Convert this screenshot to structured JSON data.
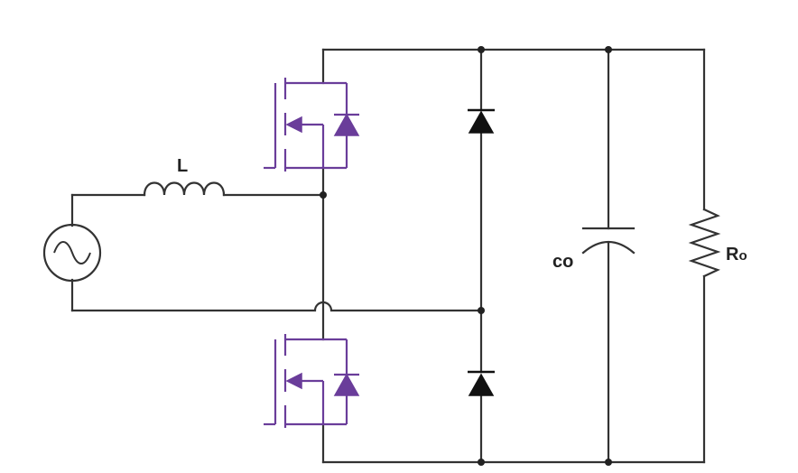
{
  "labels": {
    "inductor": "L",
    "capacitor": "co",
    "resistor_main": "R",
    "resistor_sub": "o"
  },
  "colors": {
    "wire": "#333333",
    "mosfet": "#6a3d9a",
    "diode": "#111111"
  },
  "components": [
    "ac-source-icon",
    "inductor-icon",
    "upper-mosfet-icon",
    "lower-mosfet-icon",
    "upper-diode-icon",
    "lower-diode-icon",
    "capacitor-icon",
    "resistor-icon"
  ]
}
